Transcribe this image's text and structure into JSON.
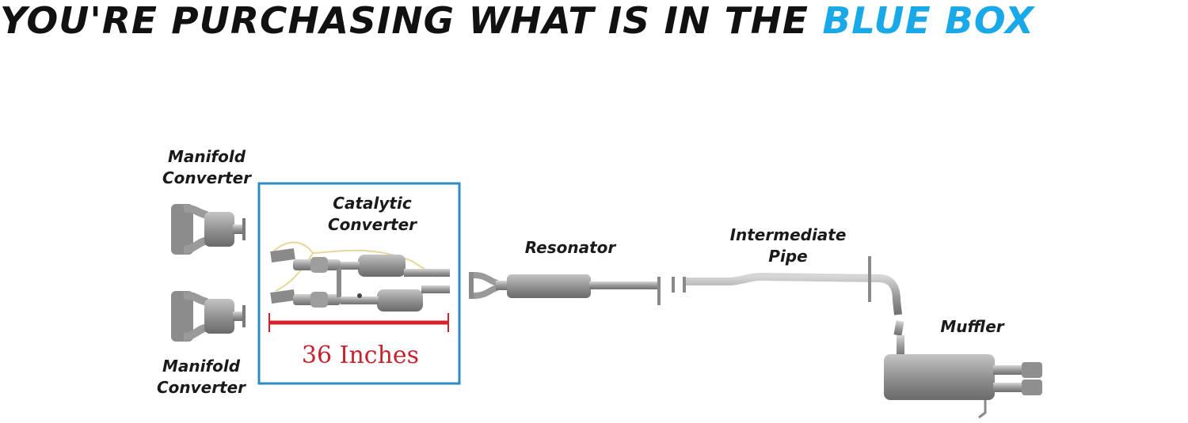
{
  "headline": {
    "part1": "YOU'RE PURCHASING WHAT IS IN THE",
    "part2": "BLUE BOX",
    "accent_color": "#1aa9e8"
  },
  "labels": {
    "manifold_top": [
      "Manifold",
      "Converter"
    ],
    "manifold_bottom": [
      "Manifold",
      "Converter"
    ],
    "catalytic": [
      "Catalytic",
      "Converter"
    ],
    "resonator": "Resonator",
    "intermediate": [
      "Intermediate",
      "Pipe"
    ],
    "muffler": "Muffler"
  },
  "measurement": "36 Inches",
  "colors": {
    "box_border": "#2e8bc4",
    "measure_line": "#d8202a",
    "pipe": "#9a9a9a"
  }
}
